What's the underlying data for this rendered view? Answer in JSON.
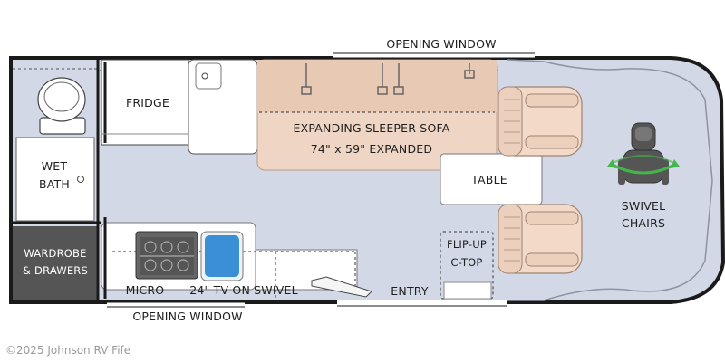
{
  "floorplan": {
    "labels": {
      "opening_window_top": "OPENING WINDOW",
      "opening_window_bottom": "OPENING WINDOW",
      "fridge": "FRIDGE",
      "sleeper_sofa_line1": "EXPANDING SLEEPER SOFA",
      "sleeper_sofa_line2": "74\" x 59\" EXPANDED",
      "table": "TABLE",
      "wet_bath_line1": "WET",
      "wet_bath_line2": "BATH",
      "swivel_chairs_line1": "SWIVEL",
      "swivel_chairs_line2": "CHAIRS",
      "wardrobe_line1": "WARDROBE",
      "wardrobe_line2": "& DRAWERS",
      "micro": "MICRO",
      "tv": "24\" TV ON SWIVEL",
      "entry": "ENTRY",
      "flip_up_line1": "FLIP-UP",
      "flip_up_line2": "C-TOP"
    },
    "copyright": "©2025 Johnson RV Fife",
    "colors": {
      "floor": "#d3d8e6",
      "wall": "#1a1a1a",
      "sofa": "#efd6c4",
      "chair": "#f3d9c7",
      "wardrobe": "#555555",
      "fixture": "#ffffff",
      "tv_screen": "#3a8fd6",
      "swivel_arrow": "#43b649"
    },
    "icons": [
      "toilet-icon",
      "drain-icon",
      "stove-icon",
      "swivel-seat-icon",
      "swivel-arrow-icon"
    ]
  }
}
